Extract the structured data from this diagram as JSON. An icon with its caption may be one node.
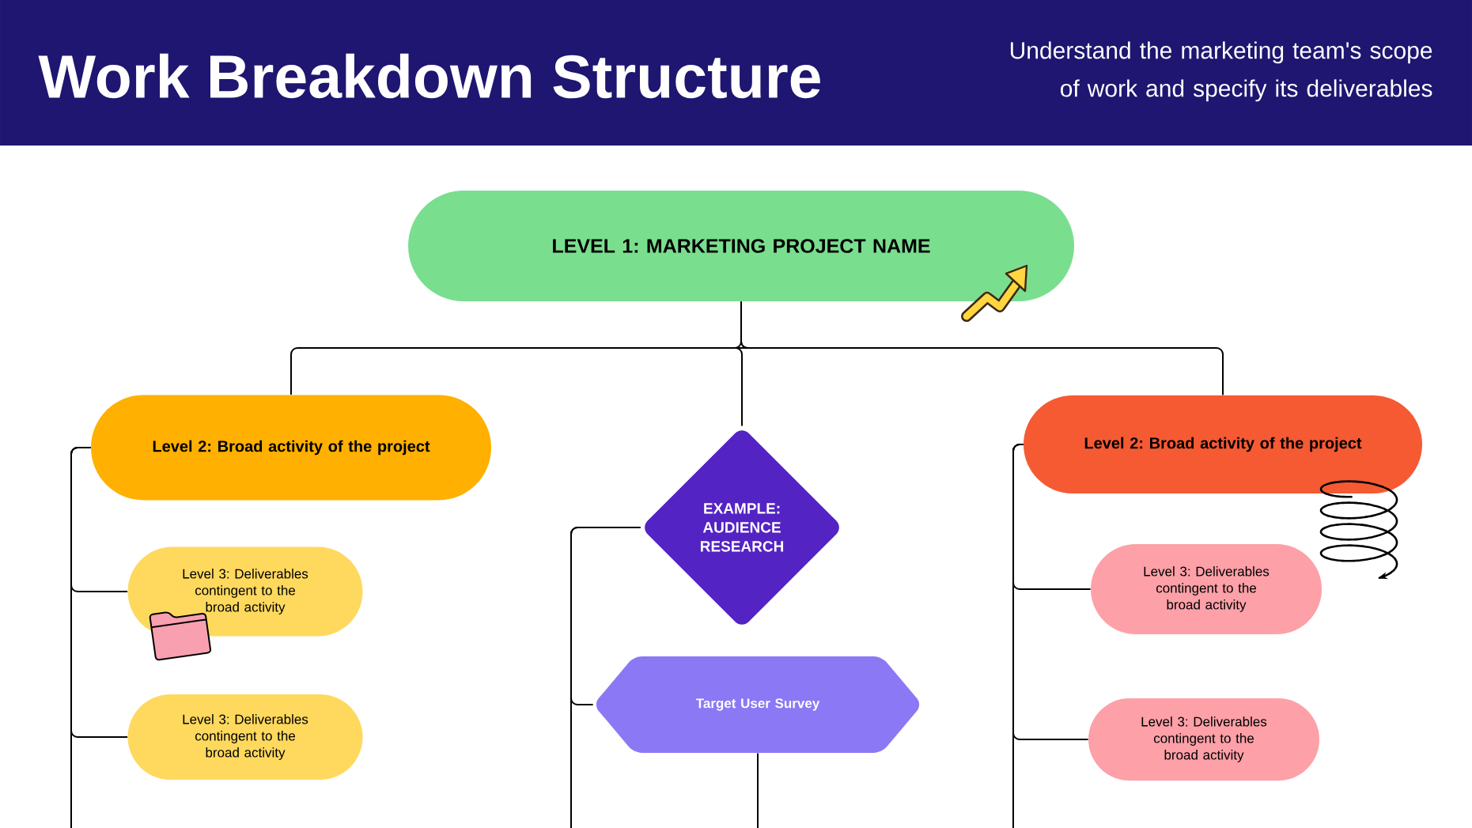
{
  "diagram": {
    "title": "Work Breakdown Structure",
    "nodes": [
      {
        "text": [
          "LEVEL 1: MARKETING PROJECT NAME"
        ]
      },
      {
        "text": [
          "Level 2: Broad activity of the project"
        ]
      },
      {
        "text": [
          "EXAMPLE: AUDIENCE RESEARCH"
        ]
      },
      {
        "text": [
          "Level 2: Broad activity of the project"
        ]
      },
      {
        "text": [
          "Level 3: Deliverables contingent to the broad activity"
        ]
      },
      {
        "text": [
          "Level 3: Deliverables contingent to the broad activity"
        ]
      },
      {
        "text": [
          "Target User Survey"
        ]
      },
      {
        "text": [
          "Level 3: Deliverables contingent to the broad activity"
        ]
      },
      {
        "text": [
          "Level 3: Deliverables contingent to the broad activity"
        ]
      }
    ],
    "edges": [
      {
        "from": 0,
        "to": 1,
        "arrow": "none"
      },
      {
        "from": 0,
        "to": 2,
        "arrow": "none"
      },
      {
        "from": 0,
        "to": 3,
        "arrow": "none"
      },
      {
        "from": 1,
        "to": 4,
        "arrow": "none"
      },
      {
        "from": 1,
        "to": 5,
        "arrow": "none"
      },
      {
        "from": 1,
        "to": null,
        "arrow": "none"
      },
      {
        "from": 2,
        "to": 6,
        "arrow": "none"
      },
      {
        "from": 2,
        "to": null,
        "arrow": "none"
      },
      {
        "from": 6,
        "to": null,
        "arrow": "none"
      },
      {
        "from": 3,
        "to": 7,
        "arrow": "none"
      },
      {
        "from": 3,
        "to": 8,
        "arrow": "none"
      },
      {
        "from": 3,
        "to": null,
        "arrow": "none"
      }
    ],
    "labels": [
      "Understand the marketing team's scope of work and specify its deliverables"
    ]
  }
}
